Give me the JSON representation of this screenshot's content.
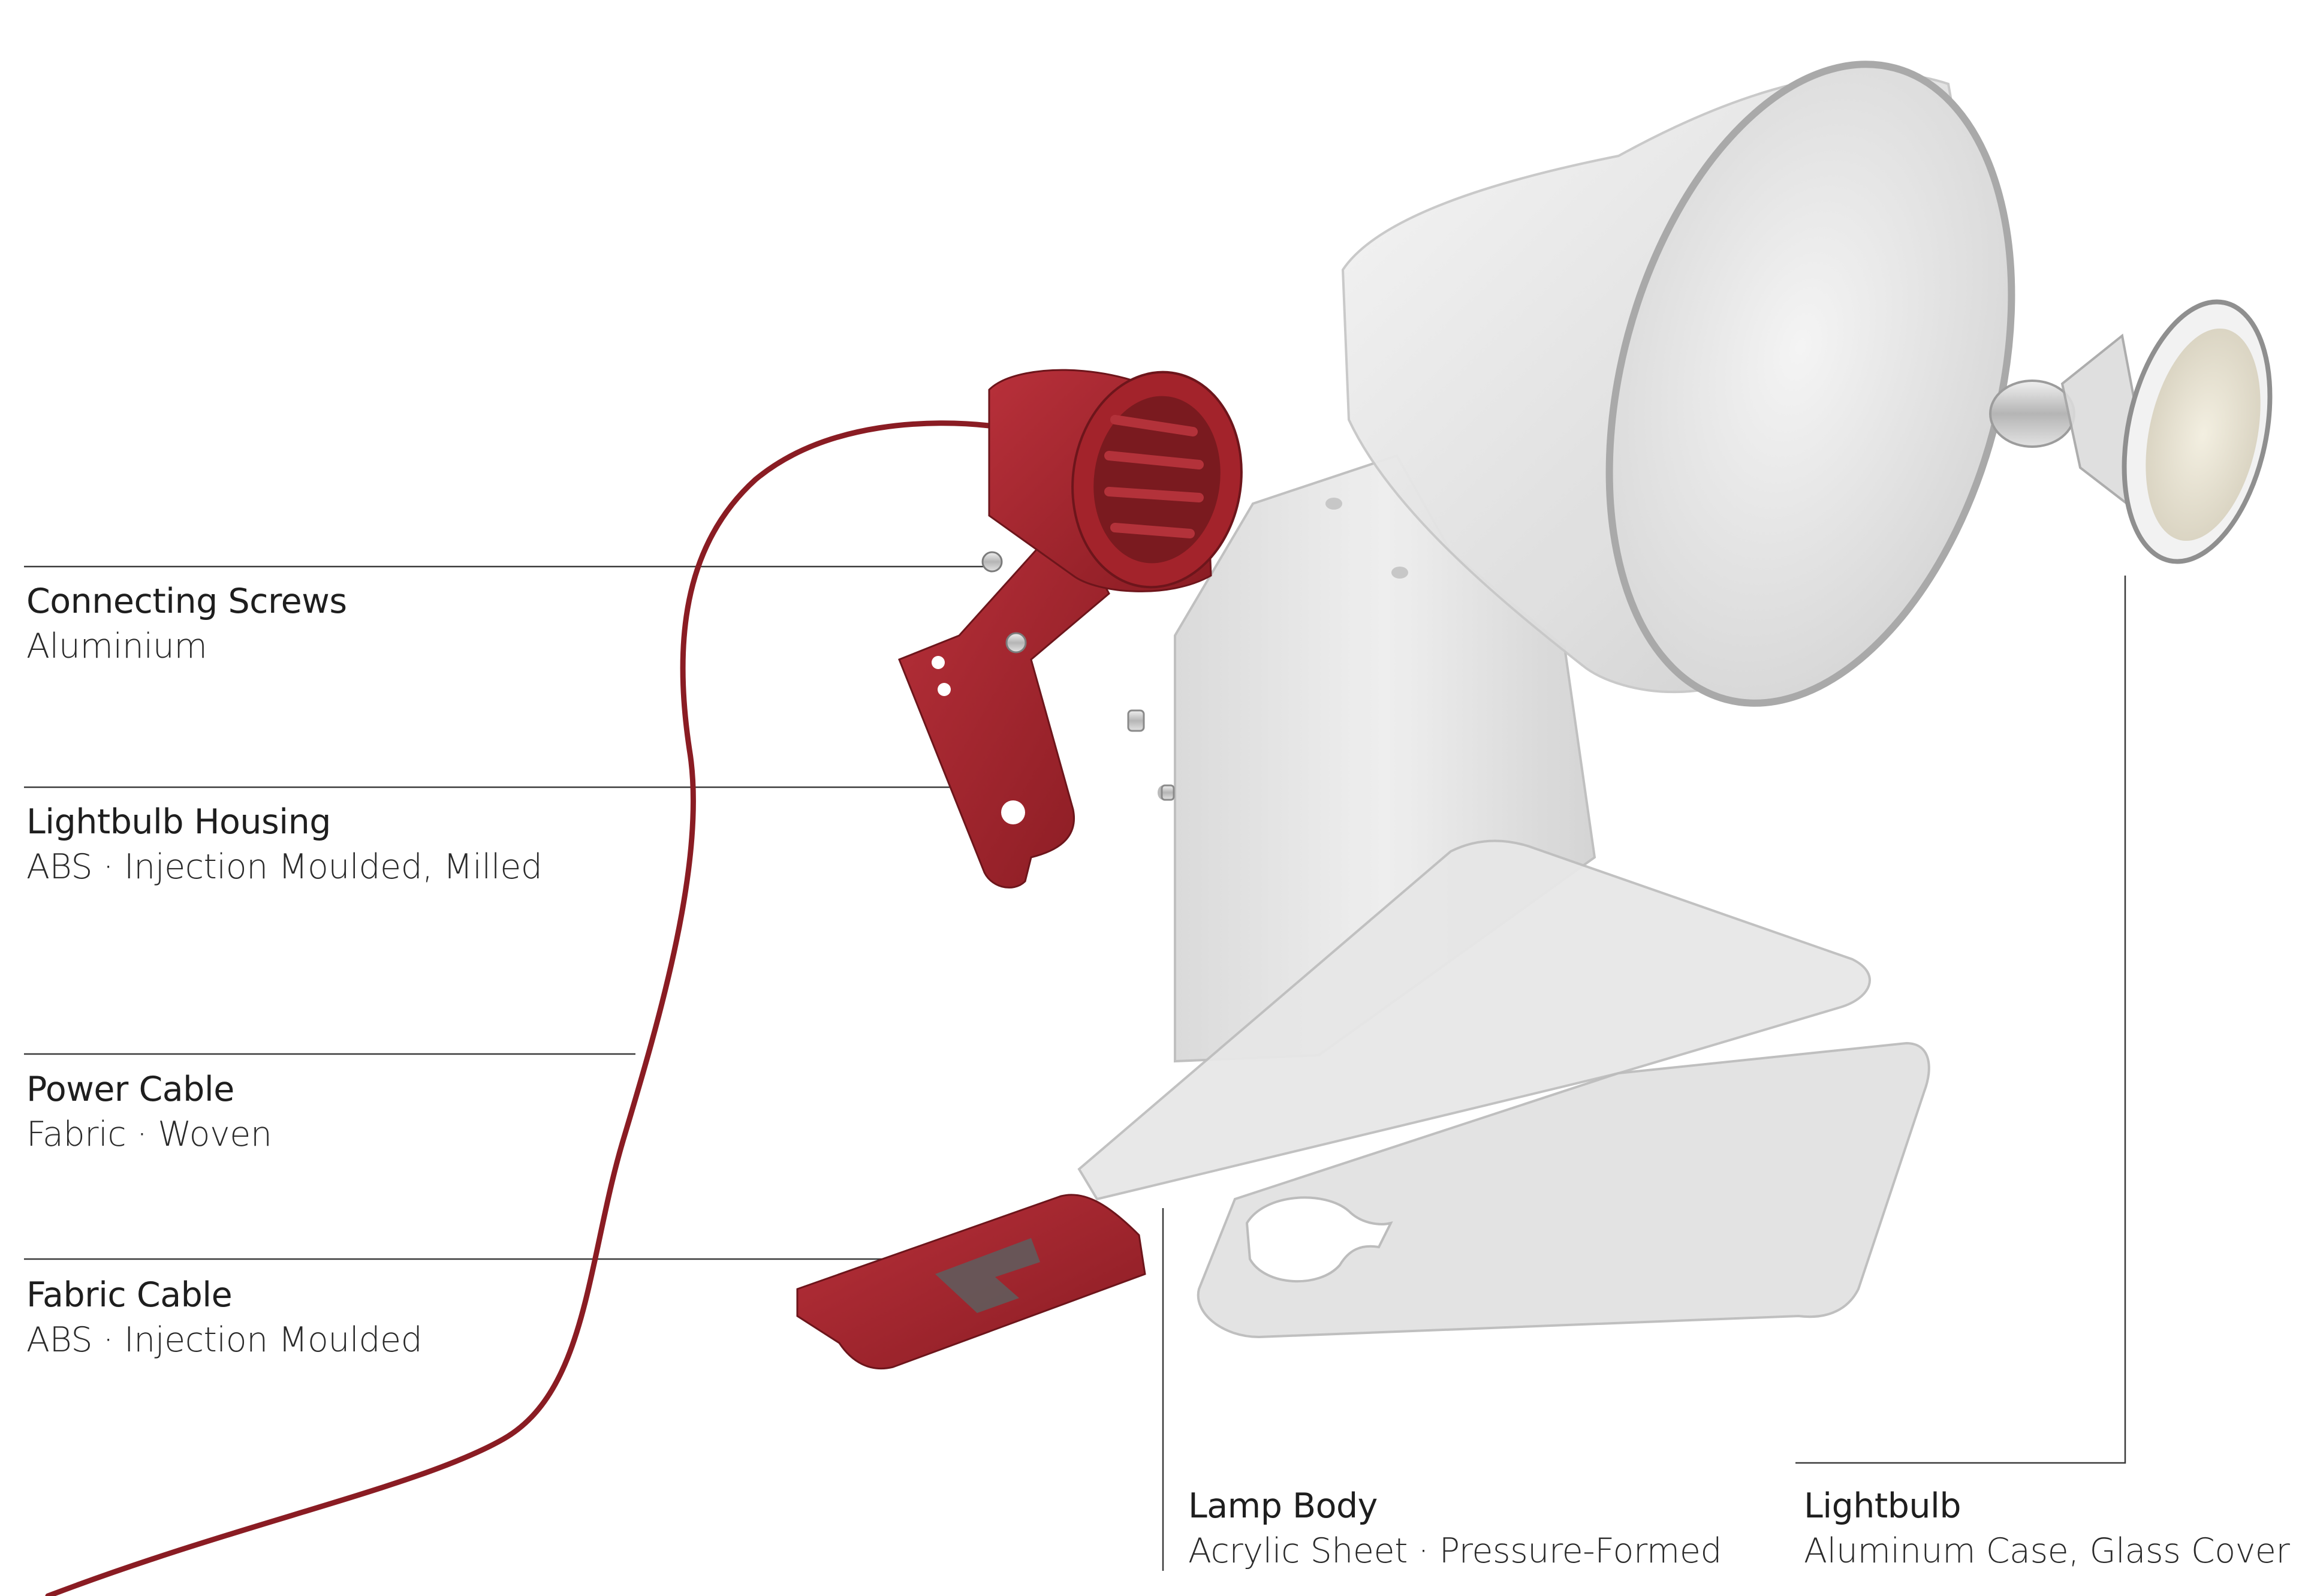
{
  "labels": [
    {
      "key": "connecting_screws",
      "name": "Connecting Screws",
      "spec": "Aluminium"
    },
    {
      "key": "lightbulb_housing",
      "name": "Lightbulb Housing",
      "spec": "ABS · Injection Moulded, Milled"
    },
    {
      "key": "power_cable",
      "name": "Power Cable",
      "spec": "Fabric · Woven"
    },
    {
      "key": "fabric_cable",
      "name": "Fabric Cable",
      "spec": "ABS · Injection Moulded"
    },
    {
      "key": "lamp_body",
      "name": "Lamp Body",
      "spec": "Acrylic Sheet · Pressure-Formed"
    },
    {
      "key": "lightbulb",
      "name": "Lightbulb",
      "spec": "Aluminum Case, Glass Cover"
    }
  ],
  "colors": {
    "housing_red": "#a8262c",
    "housing_dark": "#7a1a1f",
    "body_grey": "#e4e4e4",
    "body_edge": "#bdbdbd",
    "leader_line": "#3a3a3a"
  }
}
